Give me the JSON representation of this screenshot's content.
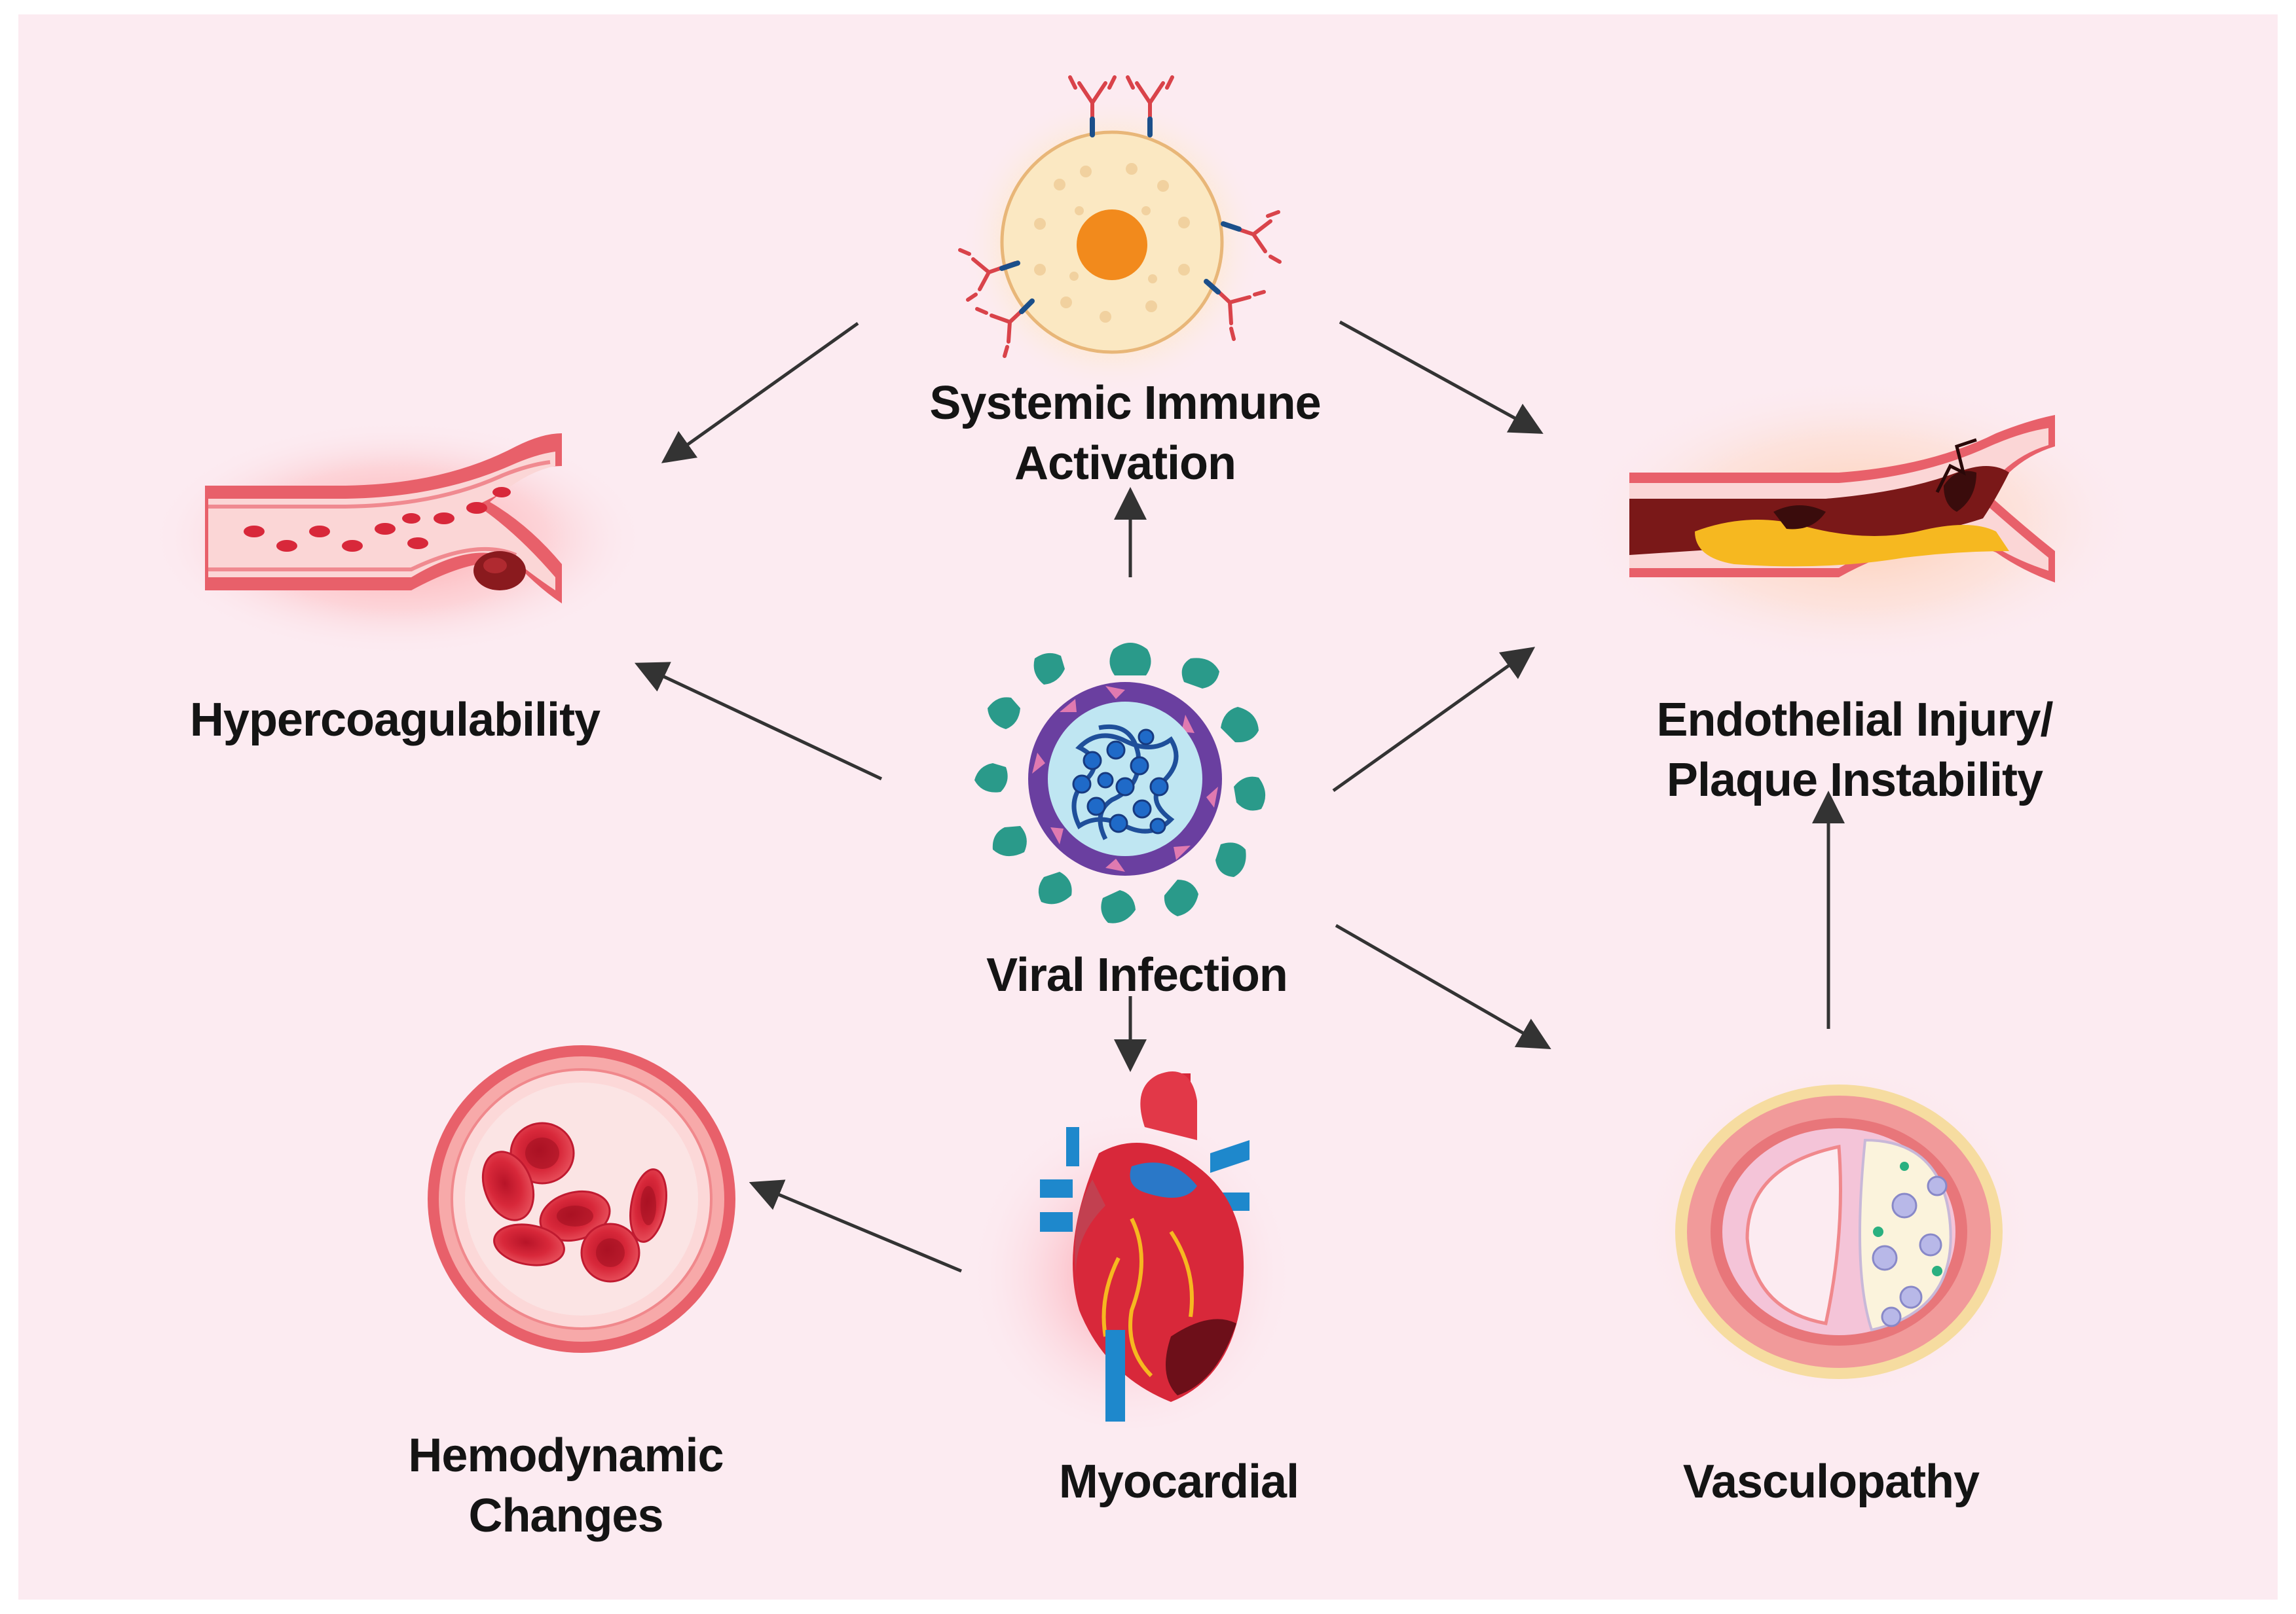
{
  "diagram": {
    "center": {
      "label": "Viral Infection"
    },
    "nodes": {
      "immune": {
        "line1": "Systemic Immune",
        "line2": "Activation"
      },
      "hypercoag": {
        "label": "Hypercoagulability"
      },
      "endothelial": {
        "line1": "Endothelial Injury/",
        "line2": "Plaque Instability"
      },
      "hemodynamic": {
        "line1": "Hemodynamic",
        "line2": "Changes"
      },
      "myocardial": {
        "label": "Myocardial"
      },
      "vasculopathy": {
        "label": "Vasculopathy"
      }
    },
    "edges": [
      {
        "from": "Viral Infection",
        "to": "Systemic Immune Activation"
      },
      {
        "from": "Viral Infection",
        "to": "Hypercoagulability"
      },
      {
        "from": "Viral Infection",
        "to": "Endothelial Injury/Plaque Instability"
      },
      {
        "from": "Viral Infection",
        "to": "Myocardial"
      },
      {
        "from": "Viral Infection",
        "to": "Vasculopathy"
      },
      {
        "from": "Systemic Immune Activation",
        "to": "Hypercoagulability"
      },
      {
        "from": "Systemic Immune Activation",
        "to": "Endothelial Injury/Plaque Instability"
      },
      {
        "from": "Myocardial",
        "to": "Hemodynamic Changes"
      },
      {
        "from": "Vasculopathy",
        "to": "Endothelial Injury/Plaque Instability"
      }
    ],
    "colors": {
      "background": "#fcebf1",
      "arrow": "#333333",
      "vessel_wall": "#e8606a",
      "blood_cell": "#d8283a",
      "virus_capsid": "#6a3fa0",
      "virus_spike": "#2a9a8a",
      "immune_nucleus": "#f28a1c",
      "plaque": "#f6b820",
      "vein_blue": "#1e88cc"
    }
  }
}
